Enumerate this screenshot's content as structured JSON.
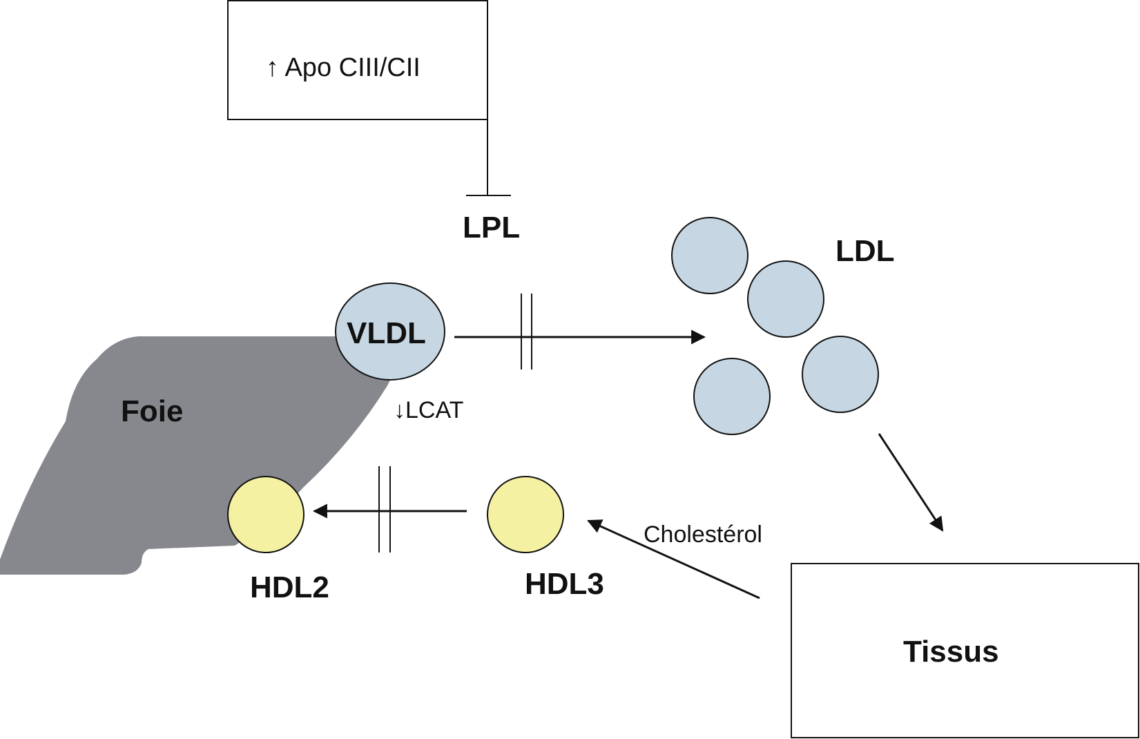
{
  "labels": {
    "apo_box": "↑ Apo CIII/CII",
    "lpl": "LPL",
    "ldl": "LDL",
    "vldl": "VLDL",
    "foie": "Foie",
    "lcat": "↓LCAT",
    "hdl2": "HDL2",
    "hdl3": "HDL3",
    "cholesterol": "Cholestérol",
    "tissus": "Tissus"
  },
  "colors": {
    "liver": "#86888d",
    "lipoprotein_blue": "#c6d7e3",
    "hdl_yellow": "#f4f1a3",
    "stroke": "#111111",
    "background": "#ffffff"
  }
}
